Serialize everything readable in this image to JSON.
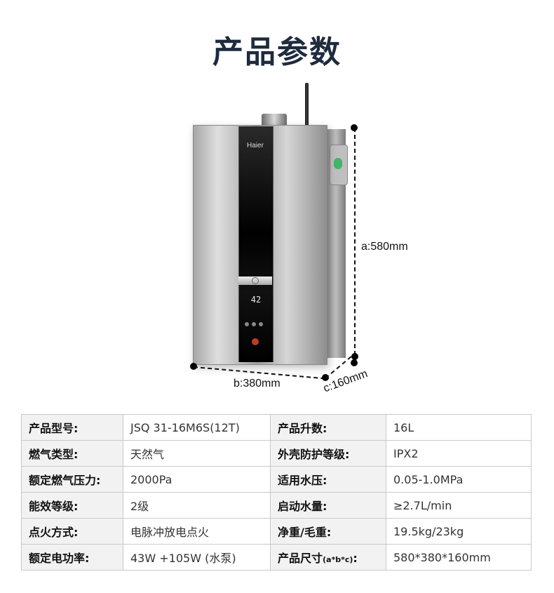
{
  "title": "产品参数",
  "product_image": {
    "brand": "Haier",
    "display_reading": "42"
  },
  "dimensions": {
    "a": "a:580mm",
    "b": "b:380mm",
    "c": "c:160mm"
  },
  "specs": [
    {
      "label": "产品型号:",
      "value": "JSQ 31-16M6S(12T)",
      "label2": "产品升数:",
      "value2": "16L"
    },
    {
      "label": "燃气类型:",
      "value": "天然气",
      "label2": "外壳防护等级:",
      "value2": "IPX2"
    },
    {
      "label": "额定燃气压力:",
      "value": "2000Pa",
      "label2": "适用水压:",
      "value2": "0.05-1.0MPa"
    },
    {
      "label": "能效等级:",
      "value": "2级",
      "label2": "启动水量:",
      "value2": "≥2.7L/min"
    },
    {
      "label": "点火方式:",
      "value": "电脉冲放电点火",
      "label2": "净重/毛重:",
      "value2": "19.5kg/23kg"
    },
    {
      "label": "额定电功率:",
      "value": "43W +105W (水泵)",
      "label2": "产品尺寸",
      "label2_suffix": "(a*b*c)",
      "label2_colon": ":",
      "value2": "580*380*160mm"
    }
  ],
  "colors": {
    "title": "#1e2b3d",
    "table_key_bg": "#f2f2f2",
    "table_border": "#c9c9c9"
  }
}
